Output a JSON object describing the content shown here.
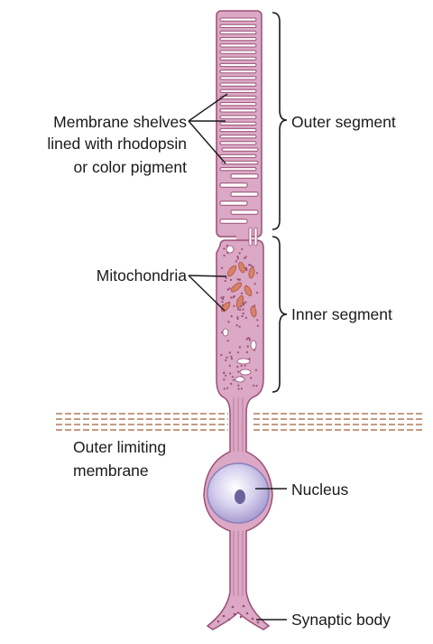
{
  "labels": {
    "membrane_line1": "Membrane shelves",
    "membrane_line2": "lined with rhodopsin",
    "membrane_line3": "or color pigment",
    "outer_segment": "Outer segment",
    "mitochondria": "Mitochondria",
    "inner_segment": "Inner segment",
    "outer_limiting_line1": "Outer limiting",
    "outer_limiting_line2": "membrane",
    "nucleus": "Nucleus",
    "synaptic_body": "Synaptic body"
  },
  "colors": {
    "cell_fill": "#dba8c5",
    "cell_stroke": "#9a4f74",
    "mitochondria": "#d9826a",
    "nucleus_outer": "#bcb3dd",
    "nucleus_inner": "#6d619b",
    "membrane_dash": "#b07a5a"
  }
}
